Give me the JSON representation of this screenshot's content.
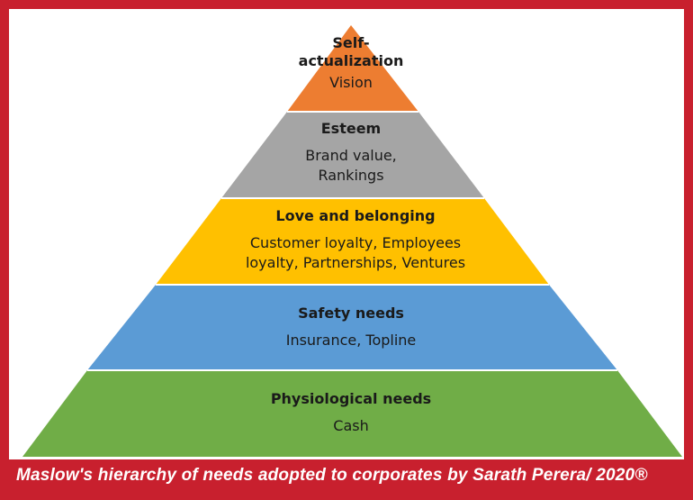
{
  "levels": [
    {
      "title": "Self-\nactualization",
      "desc": "Vision",
      "color": "#ed7d31"
    },
    {
      "title": "Esteem",
      "desc": "Brand value,\nRankings",
      "color": "#a5a5a5"
    },
    {
      "title": "Love and belonging",
      "desc": "Customer loyalty, Employees\nloyalty, Partnerships, Ventures",
      "color": "#ffc000"
    },
    {
      "title": "Safety needs",
      "desc": "Insurance, Topline",
      "color": "#5b9bd5"
    },
    {
      "title": "Physiological needs",
      "desc": "Cash",
      "color": "#70ad47"
    }
  ],
  "caption": "Maslow's hierarchy of needs adopted to corporates by Sarath Perera/ 2020®",
  "colors": {
    "border": "#c8202e"
  }
}
